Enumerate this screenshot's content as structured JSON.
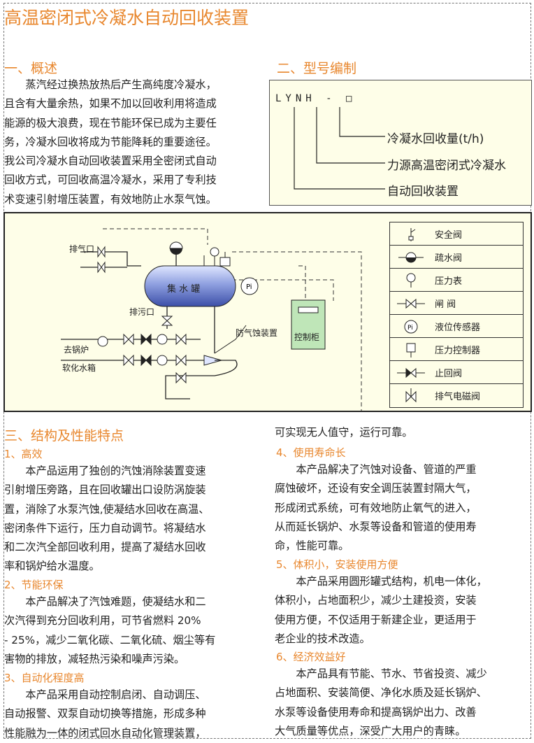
{
  "title": "高温密闭式冷凝水自动回收装置",
  "overview": {
    "heading": "一、概述",
    "lines": [
      "　　蒸汽经过换热放热后产生高纯度冷凝水，",
      "且含有大量余热，如果不加以回收利用将造成",
      "能源的极大浪费，现在节能环保已成为主要任",
      "务，冷凝水回收将成为节能降耗的重要途径。",
      "我公司冷凝水自动回收装置采用全密闭式自动",
      "回收方式，可回收高温冷凝水，采用了专利技",
      "术变速引射增压装置，有效地防止水泵气蚀。"
    ]
  },
  "model": {
    "heading": "二、型号编制",
    "code": "LYNH - □",
    "label_1": "冷凝水回收量(t/h)",
    "label_2": "力源高温密闭式冷凝水",
    "label_3": "自动回收装置"
  },
  "diagram": {
    "labels": {
      "vent": "排气口",
      "tank": "集 水 罐",
      "drain": "排污口",
      "to_boiler": "去锅炉",
      "soft_tank": "软化水箱",
      "anti_cav": "防气蚀装置",
      "control": "控制柜"
    },
    "legend": [
      {
        "icon": "safety-valve-icon",
        "label": "安全阀"
      },
      {
        "icon": "steam-trap-icon",
        "label": "疏水阀"
      },
      {
        "icon": "pressure-gauge-icon",
        "label": "压力表"
      },
      {
        "icon": "gate-valve-icon",
        "label": "闸 阀"
      },
      {
        "icon": "level-sensor-icon",
        "label": "液位传感器"
      },
      {
        "icon": "pressure-controller-icon",
        "label": "压力控制器"
      },
      {
        "icon": "check-valve-icon",
        "label": "止回阀"
      },
      {
        "icon": "vent-solenoid-valve-icon",
        "label": "排气电磁阀"
      }
    ],
    "colors": {
      "tank_light": "#dfe6ff",
      "tank_dark": "#3c4fa8",
      "panel": "#bfe6b8"
    }
  },
  "features": {
    "heading": "三、结构及性能特点",
    "items": [
      {
        "heading": "1、高效",
        "lines": [
          "　　本产品运用了独创的汽蚀消除装置变速",
          "引射增压旁路，且在回收罐出口设防涡旋装",
          "置，消除了水泵汽蚀,使凝结水回收在高温、",
          "密闭条件下运行，压力自动调节。将凝结水",
          "和二次汽全部回收利用，提高了凝结水回收",
          "率和锅炉给水温度。"
        ]
      },
      {
        "heading": "2、节能环保",
        "lines": [
          "　　本产品解决了汽蚀难题，使凝结水和二",
          "次汽得到充分回收利用，可节省燃料 20%",
          "- 25%，减少二氧化碳、二氧化硫、烟尘等有",
          "害物的排放，减轻热污染和噪声污染。"
        ]
      },
      {
        "heading": "3、自动化程度高",
        "lines": [
          "　　本产品采用自动控制启闭、自动调压、",
          "自动报警、双泵自动切换等措施，形成多种",
          "性能融为一体的闭式回水自动化管理装置，",
          "可实现无人值守，运行可靠。"
        ]
      },
      {
        "heading": "4、使用寿命长",
        "lines": [
          "　　本产品解决了汽蚀对设备、管道的严重",
          "腐蚀破坏，还设有安全调压装置封隔大气，",
          "形成闭式系统，可有效地防止氧气的进入，",
          "从而延长锅炉、水泵等设备和管道的使用寿",
          "命，性能可靠。"
        ]
      },
      {
        "heading": "5、体积小，安装使用方便",
        "lines": [
          "　　本产品采用圆形罐式结构，机电一体化，",
          "体积小，占地面积少，减少土建投资，安装",
          "使用方便，不仅适用于新建企业，更适用于",
          "老企业的技术改造。"
        ]
      },
      {
        "heading": "6、经济效益好",
        "lines": [
          "　　本产品具有节能、节水、节省投资、减少",
          "占地面积、安装简便、净化水质及延长锅炉、",
          "水泵等设备使用寿命和提高锅炉出力、改善",
          "大气质量等优点，深受广大用户的青睐。"
        ]
      }
    ]
  }
}
